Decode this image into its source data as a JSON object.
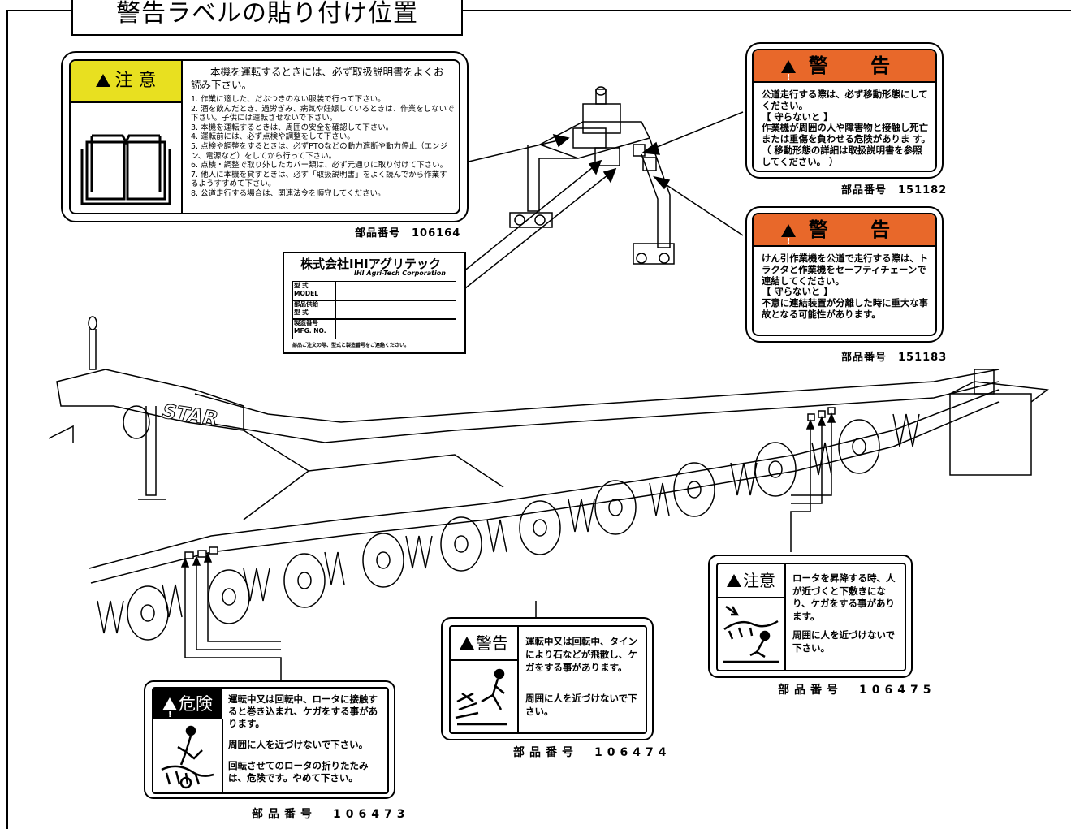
{
  "page": {
    "title": "警告ラベルの貼り付け位置"
  },
  "label_106164": {
    "head": "注 意",
    "intro": "本機を運転するときには、必ず取扱説明書をよくお読み下さい。",
    "items": [
      "1. 作業に適した、だぶつきのない服装で行って下さい。",
      "2. 酒を飲んだとき、過労ぎみ、病気や妊娠しているときは、作業をしないで下さい。子供には運転させないで下さい。",
      "3. 本機を運転するときは、周囲の安全を確認して下さい。",
      "4. 運転前には、必ず点検や調整をして下さい。",
      "5. 点検や調整をするときは、必ずPTOなどの動力遮断や動力停止（エンジン、電源など）をしてから行って下さい。",
      "6. 点検・調整で取り外したカバー類は、必ず元通りに取り付けて下さい。",
      "7. 他人に本機を貸すときは、必ず「取扱説明書」をよく読んでから作業するようすすめて下さい。",
      "8. 公道走行する場合は、関連法令を順守してください。"
    ],
    "part": "部品番号　106164"
  },
  "label_151182": {
    "head": "警 告",
    "body": "公道走行する際は、必ず移動形態にしてください。\n【 守らないと 】\n作業機が周囲の人や障害物と接触し死亡または重傷を負わせる危険がありま す。（ 移動形態の詳細は取扱説明書を参照してください。 ）",
    "part": "部品番号　151182"
  },
  "label_151183": {
    "head": "警 告",
    "body": "けん引作業機を公道で走行する際は、トラクタと作業機をセーフティチェーンで連結してください。\n【 守らないと 】\n不意に連結装置が分離した時に重大な事故となる可能性があります。",
    "part": "部品番号　151183"
  },
  "nameplate": {
    "maker": "株式会社IHIアグリテック",
    "maker_en": "IHI Agri-Tech Corporation",
    "rows": [
      "型 式\nMODEL",
      "部品供給\n型 式",
      "製造番号\nMFG. NO."
    ],
    "footer": "部品ご注文の際、型式と製造番号をご連絡ください。"
  },
  "machine": {
    "brand": "STAR"
  },
  "label_106473": {
    "head": "危険",
    "p1": "運転中又は回転中、ロータに接触すると巻き込まれ、ケガをする事があります。",
    "p2": "周囲に人を近づけないで下さい。",
    "p3": "回転させてのロータの折りたたみは、危険です。やめて下さい。",
    "part": "部品番号　106473"
  },
  "label_106474": {
    "head": "警告",
    "p1": "運転中又は回転中、タインにより石などが飛散し、ケガをする事があります。",
    "p2": "周囲に人を近づけないで下さい。",
    "part": "部品番号　106474"
  },
  "label_106475": {
    "head": "注意",
    "p1": "ロータを昇降する時、人が近づくと下敷きになり、ケガをする事があります。",
    "p2": "周囲に人を近づけないで下さい。",
    "part": "部品番号　106475"
  },
  "colors": {
    "caution_yellow": "#e8e020",
    "warning_orange": "#e8682a"
  }
}
